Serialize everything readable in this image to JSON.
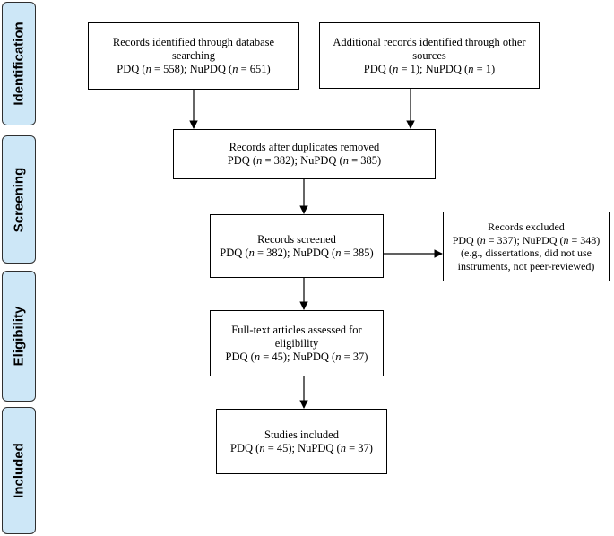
{
  "phases": {
    "identification": "Identification",
    "screening": "Screening",
    "eligibility": "Eligibility",
    "included": "Included"
  },
  "nodes": {
    "database": {
      "line1": "Records identified through database",
      "line2": "searching",
      "line3": {
        "a": "PDQ (",
        "n1": "n",
        "b": " = 558); NuPDQ (",
        "n2": "n",
        "c": " = 651)"
      }
    },
    "additional": {
      "line1": "Additional records identified through other",
      "line2": "sources",
      "line3": {
        "a": "PDQ (",
        "n1": "n",
        "b": " = 1); NuPDQ (",
        "n2": "n",
        "c": " = 1)"
      }
    },
    "duplicates": {
      "line1": "Records after duplicates removed",
      "line2": {
        "a": "PDQ (",
        "n1": "n",
        "b": " = 382); NuPDQ (",
        "n2": "n",
        "c": " = 385)"
      }
    },
    "screened": {
      "line1": "Records screened",
      "line2": {
        "a": "PDQ (",
        "n1": "n",
        "b": " = 382); NuPDQ (",
        "n2": "n",
        "c": " = 385)"
      }
    },
    "excluded": {
      "line1": "Records excluded",
      "line2": {
        "a": "PDQ (",
        "n1": "n",
        "b": " = 337); NuPDQ (",
        "n2": "n",
        "c": " = 348)"
      },
      "line3": "(e.g., dissertations, did not use",
      "line4": "instruments, not peer-reviewed)"
    },
    "fulltext": {
      "line1": "Full-text articles assessed for",
      "line2": "eligibility",
      "line3": {
        "a": "PDQ (",
        "n1": "n",
        "b": " = 45); NuPDQ (",
        "n2": "n",
        "c": " = 37)"
      }
    },
    "included": {
      "line1": "Studies included",
      "line2": {
        "a": "PDQ (",
        "n1": "n",
        "b": " = 45); NuPDQ (",
        "n2": "n",
        "c": " = 37)"
      }
    }
  }
}
